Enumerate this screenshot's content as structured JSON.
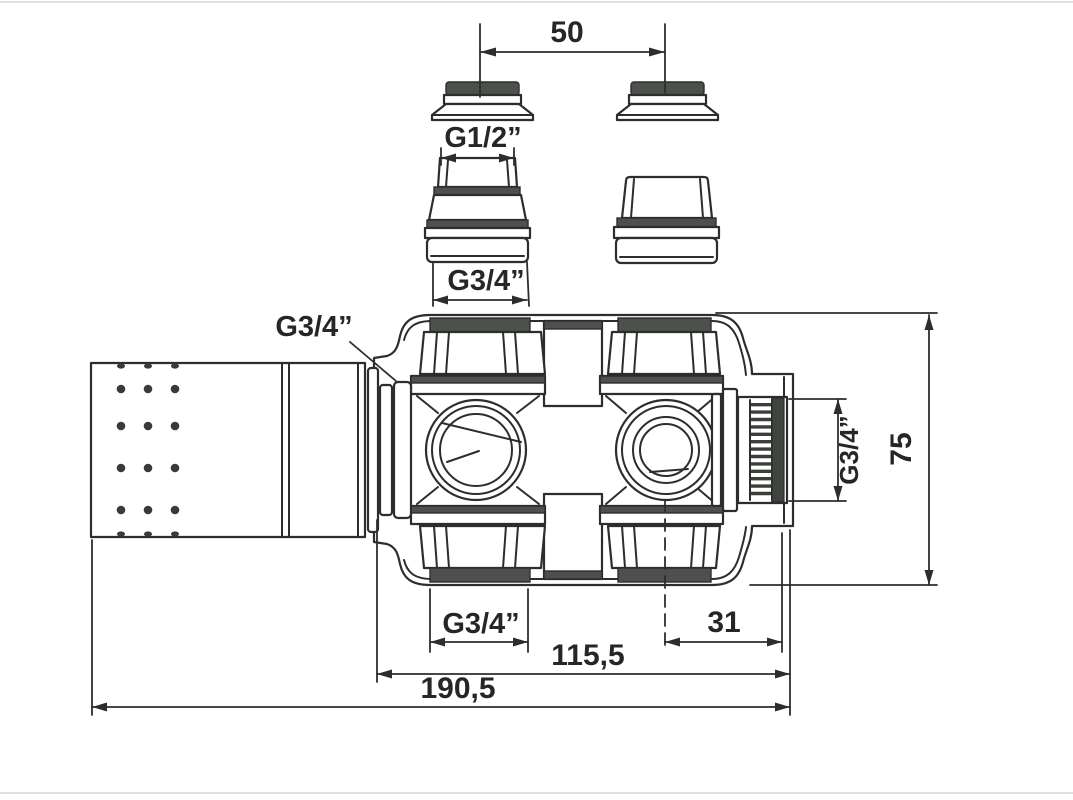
{
  "canvas": {
    "background": "#ffffff",
    "ink": "#2d2d2d",
    "band_fill": "#4d514b",
    "thread_band": "#3f443e"
  },
  "labels": {
    "dim50": "50",
    "g12": "G1/2”",
    "g34_adapter": "G3/4”",
    "g34_inlet": "G3/4”",
    "g34_outlet": "G3/4”",
    "dim75": "75",
    "g34_bottom": "G3/4”",
    "dim31": "31",
    "dim115": "115,5",
    "dim190": "190,5"
  }
}
